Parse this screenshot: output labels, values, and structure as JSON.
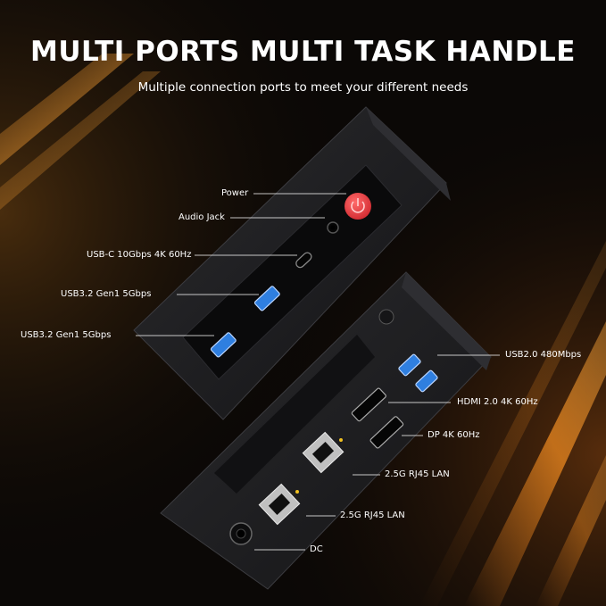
{
  "header": {
    "title": "MULTI PORTS MULTI TASK HANDLE",
    "subtitle": "Multiple connection ports to meet your different needs"
  },
  "front_ports": {
    "power": "Power",
    "audio_jack": "Audio Jack",
    "usb_c": "USB-C 10Gbps 4K 60Hz",
    "usb32_upper": "USB3.2 Gen1 5Gbps",
    "usb32_lower": "USB3.2 Gen1 5Gbps"
  },
  "rear_ports": {
    "usb20": "USB2.0  480Mbps",
    "hdmi": "HDMI 2.0 4K 60Hz",
    "dp": "DP 4K 60Hz",
    "lan_upper": "2.5G RJ45 LAN",
    "lan_lower": "2.5G RJ45 LAN",
    "dc": "DC"
  },
  "colors": {
    "accent_orange": "#e07a1c",
    "power_button_red": "#e5363c",
    "usb3_blue": "#2f7fe0",
    "device_body": "#1c1c1e"
  }
}
